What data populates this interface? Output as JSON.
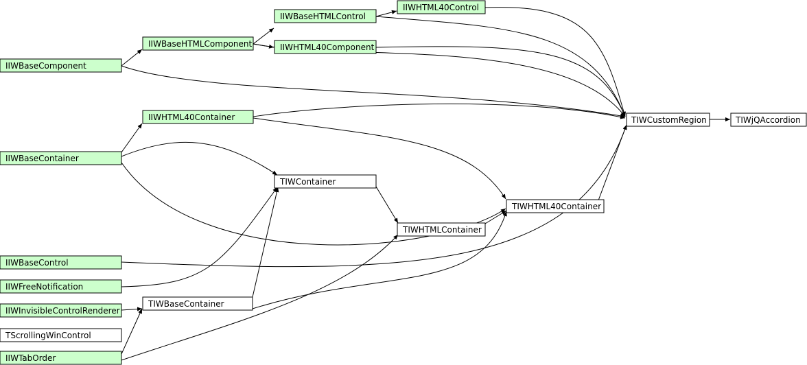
{
  "colors": {
    "interface_fill": "#ccffcc",
    "class_fill": "#ffffff",
    "border": "#000000",
    "edge": "#000000",
    "background": "#ffffff"
  },
  "nodes": {
    "iiwbasecomponent": {
      "label": "IIWBaseComponent",
      "kind": "interface"
    },
    "iiwbasehtmlcomponent": {
      "label": "IIWBaseHTMLComponent",
      "kind": "interface"
    },
    "iiwbasehtmlcontrol": {
      "label": "IIWBaseHTMLControl",
      "kind": "interface"
    },
    "iiwhtml40control": {
      "label": "IIWHTML40Control",
      "kind": "interface"
    },
    "iiwhtml40component": {
      "label": "IIWHTML40Component",
      "kind": "interface"
    },
    "iiwhtml40container": {
      "label": "IIWHTML40Container",
      "kind": "interface"
    },
    "iiwbasecontainer": {
      "label": "IIWBaseContainer",
      "kind": "interface"
    },
    "tiwcontainer": {
      "label": "TIWContainer",
      "kind": "class"
    },
    "tiwhtmlcontainer": {
      "label": "TIWHTMLContainer",
      "kind": "class"
    },
    "tiwhtml40container": {
      "label": "TIWHTML40Container",
      "kind": "class"
    },
    "tiwcustomregion": {
      "label": "TIWCustomRegion",
      "kind": "class"
    },
    "tiwjqaccordion": {
      "label": "TIWjQAccordion",
      "kind": "class"
    },
    "iiwbasecontrol": {
      "label": "IIWBaseControl",
      "kind": "interface"
    },
    "iiwfreenotification": {
      "label": "IIWFreeNotification",
      "kind": "interface"
    },
    "iiwinvisiblecontrolrenderer": {
      "label": "IIWInvisibleControlRenderer",
      "kind": "interface"
    },
    "tiwbasecontainer": {
      "label": "TIWBaseContainer",
      "kind": "class"
    },
    "tscrollingwincontrol": {
      "label": "TScrollingWinControl",
      "kind": "class"
    },
    "iiwtaborder": {
      "label": "IIWTabOrder",
      "kind": "interface"
    }
  },
  "edges": [
    {
      "from": "iiwbasecomponent",
      "to": "iiwbasehtmlcomponent"
    },
    {
      "from": "iiwbasecomponent",
      "to": "tiwcustomregion"
    },
    {
      "from": "iiwbasehtmlcomponent",
      "to": "iiwbasehtmlcontrol"
    },
    {
      "from": "iiwbasehtmlcomponent",
      "to": "iiwhtml40component"
    },
    {
      "from": "iiwbasehtmlcomponent",
      "to": "tiwcustomregion"
    },
    {
      "from": "iiwbasehtmlcontrol",
      "to": "iiwhtml40control"
    },
    {
      "from": "iiwbasehtmlcontrol",
      "to": "tiwcustomregion"
    },
    {
      "from": "iiwhtml40control",
      "to": "tiwcustomregion"
    },
    {
      "from": "iiwhtml40component",
      "to": "tiwcustomregion"
    },
    {
      "from": "iiwbasecontainer",
      "to": "iiwhtml40container"
    },
    {
      "from": "iiwhtml40container",
      "to": "tiwcustomregion"
    },
    {
      "from": "iiwhtml40container",
      "to": "tiwhtml40container"
    },
    {
      "from": "iiwbasecontainer",
      "to": "tiwcontainer"
    },
    {
      "from": "iiwbasecontainer",
      "to": "tiwhtml40container"
    },
    {
      "from": "tiwcontainer",
      "to": "tiwhtmlcontainer"
    },
    {
      "from": "tiwhtmlcontainer",
      "to": "tiwhtml40container"
    },
    {
      "from": "tiwhtml40container",
      "to": "tiwcustomregion"
    },
    {
      "from": "tiwcustomregion",
      "to": "tiwjqaccordion"
    },
    {
      "from": "iiwbasecontrol",
      "to": "tiwcustomregion"
    },
    {
      "from": "iiwfreenotification",
      "to": "tiwcontainer"
    },
    {
      "from": "iiwinvisiblecontrolrenderer",
      "to": "tiwbasecontainer"
    },
    {
      "from": "tiwbasecontainer",
      "to": "tiwcontainer"
    },
    {
      "from": "tiwbasecontainer",
      "to": "tiwhtml40container"
    },
    {
      "from": "iiwtaborder",
      "to": "tiwbasecontainer"
    },
    {
      "from": "iiwtaborder",
      "to": "tiwhtmlcontainer"
    }
  ]
}
